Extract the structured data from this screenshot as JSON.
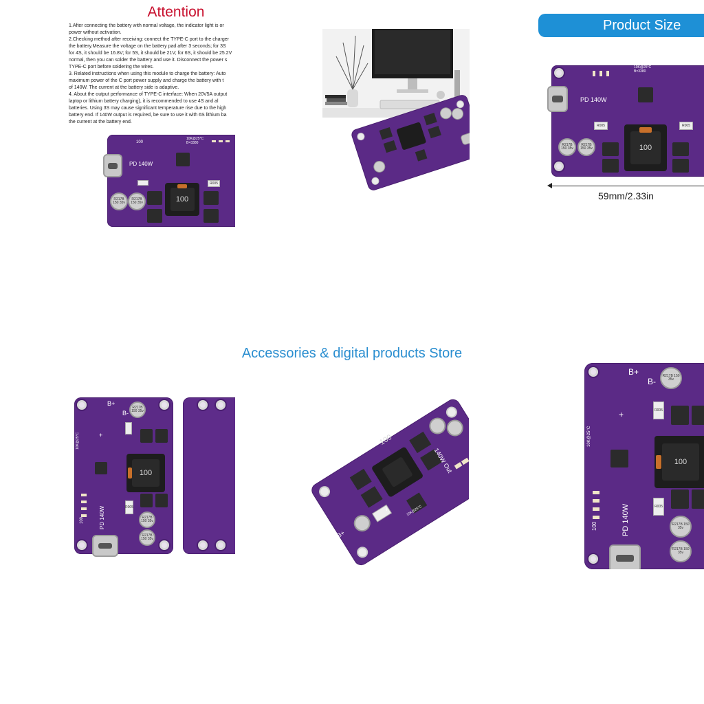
{
  "attention": {
    "title": "Attention",
    "lines": [
      "1.After connecting the battery with normal voltage, the indicator light is or",
      "power without activation.",
      "2.Checking method after receiving: connect the TYPE-C port to the charger",
      "the battery.Measure the voltage on the battery pad after 3 seconds; for 3S",
      "for 4S, it should be 16.8V; for 5S, it should be 21V; for 6S, it should be 25.2V",
      "normal, then you can solder the battery and use it. Disconnect the power s",
      "TYPE-C port before soldering the wires.",
      "3. Related instructions when using this module to charge the battery: Auto",
      "maximum power of the C port power supply and charge the battery with t",
      "of 140W. The current at the battery side is adaptive.",
      "4. About the output performance of TYPE-C interface: When 20V5A output",
      "laptop or       lithium battery charging), it is recommended to use 4S and al",
      "batteries. Using 3S may cause significant temperature rise due to the high",
      "battery end. If 140W output is required, be sure to use it with 6S lithium ba",
      "the current at the battery end."
    ]
  },
  "pcb_labels": {
    "power_rating": "PD 140W",
    "inductor_value": "100",
    "resistor_code": "R005",
    "thermistor_spec_1": "10K@25°C",
    "thermistor_spec_2": "B=3380",
    "cap_marking": "R217B 150 35v",
    "silk_100": "100",
    "b_plus": "B+",
    "b_minus": "B-",
    "plus": "+",
    "minus": "-",
    "output_text": "140W Out"
  },
  "product_size": {
    "badge": "Product Size",
    "width_label": "59mm/2.33in"
  },
  "store": {
    "name": "Accessories & digital products Store"
  },
  "colors": {
    "pcb_purple": "#5b2a86",
    "attention_red": "#c8102e",
    "store_blue": "#2a8ed0",
    "badge_blue": "#1e90d6"
  }
}
